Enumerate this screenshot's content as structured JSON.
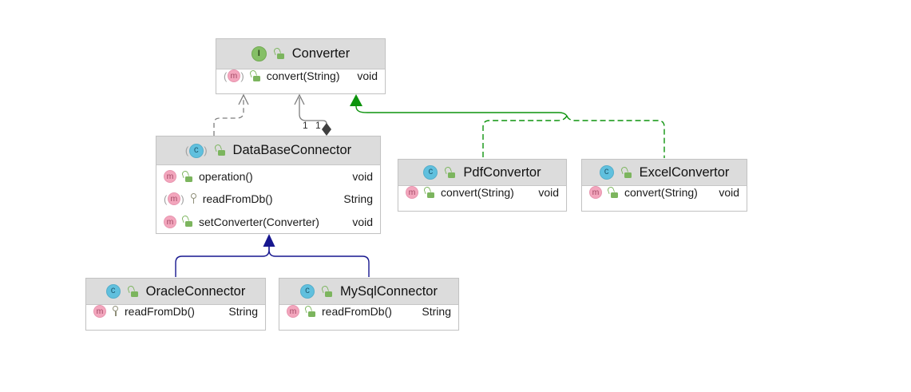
{
  "diagram": {
    "icon_glyphs": {
      "interface": "I",
      "class": "c",
      "method": "m"
    },
    "classes": [
      {
        "title": "Converter",
        "kind": "interface",
        "methods": [
          {
            "signature": "convert(String)",
            "return_type": "void",
            "modifier": "abstract-method",
            "visibility": "public"
          }
        ]
      },
      {
        "title": "DataBaseConnector",
        "kind": "abstract-class",
        "methods": [
          {
            "signature": "operation()",
            "return_type": "void",
            "modifier": "method",
            "visibility": "public"
          },
          {
            "signature": "readFromDb()",
            "return_type": "String",
            "modifier": "abstract-method",
            "visibility": "protected"
          },
          {
            "signature": "setConverter(Converter)",
            "return_type": "void",
            "modifier": "method",
            "visibility": "public"
          }
        ]
      },
      {
        "title": "PdfConvertor",
        "kind": "class",
        "methods": [
          {
            "signature": "convert(String)",
            "return_type": "void",
            "modifier": "method",
            "visibility": "public"
          }
        ]
      },
      {
        "title": "ExcelConvertor",
        "kind": "class",
        "methods": [
          {
            "signature": "convert(String)",
            "return_type": "void",
            "modifier": "method",
            "visibility": "public"
          }
        ]
      },
      {
        "title": "OracleConnector",
        "kind": "class",
        "methods": [
          {
            "signature": "readFromDb()",
            "return_type": "String",
            "modifier": "method",
            "visibility": "protected"
          }
        ]
      },
      {
        "title": "MySqlConnector",
        "kind": "class",
        "methods": [
          {
            "signature": "readFromDb()",
            "return_type": "String",
            "modifier": "method",
            "visibility": "public"
          }
        ]
      }
    ],
    "aggregation": {
      "labels": [
        "1",
        "1"
      ]
    },
    "colors": {
      "implements_green": "#0d930d",
      "inheritance_blue": "#17178f",
      "edge_gray": "#7e7e7e",
      "diamond_fill": "#3f3f3f"
    }
  }
}
